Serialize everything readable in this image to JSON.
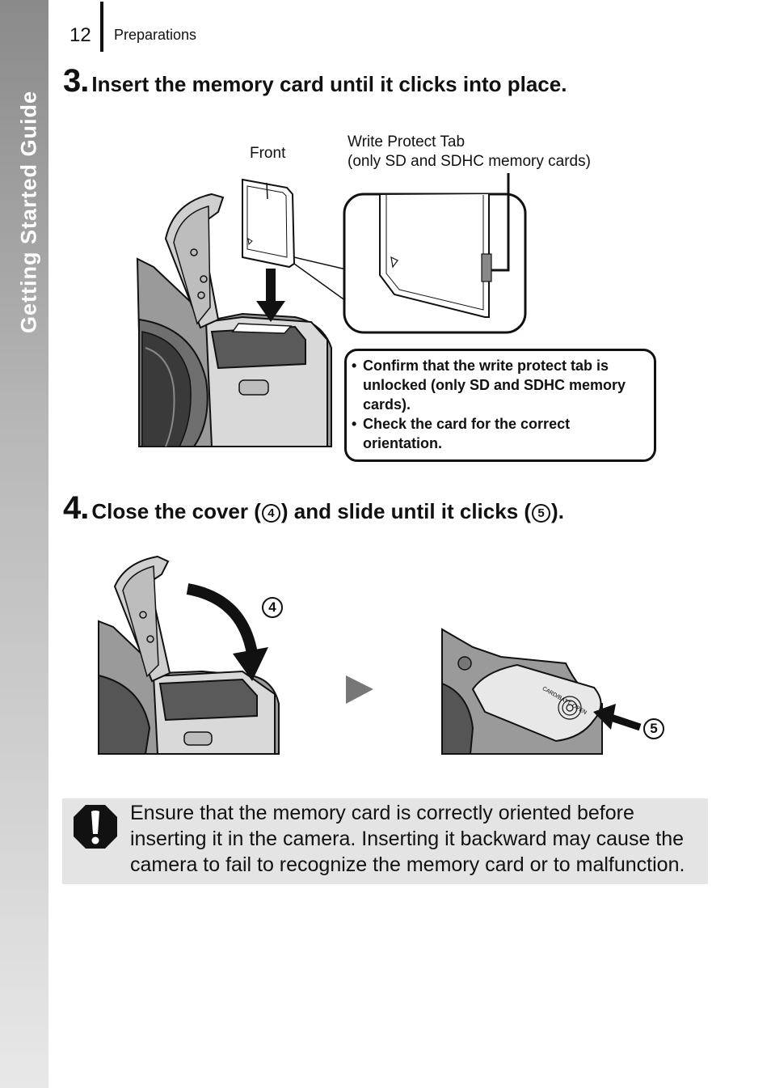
{
  "side_tab": {
    "label": "Getting Started Guide"
  },
  "header": {
    "page_number": "12",
    "section": "Preparations"
  },
  "step3": {
    "number": "3.",
    "title": "Insert the memory card until it clicks into place.",
    "labels": {
      "front": "Front",
      "write_protect_line1": "Write Protect Tab",
      "write_protect_line2": "(only SD and SDHC memory cards)"
    },
    "callout": {
      "bullets": [
        {
          "text": "Confirm that the write protect tab is unlocked (only SD and SDHC memory cards)."
        },
        {
          "text": "Check the card for the correct orientation."
        }
      ]
    }
  },
  "step4": {
    "number": "4.",
    "title_part1": "Close the cover (",
    "marker_a": "4",
    "title_part2": ") and slide until it clicks (",
    "marker_b": "5",
    "title_part3": ").",
    "badge_close": "4",
    "badge_slide": "5",
    "cover_text": "CARD/BATT. OPEN"
  },
  "caution": {
    "icon": "caution-icon",
    "text": "Ensure that the memory card is correctly oriented before inserting it in the camera. Inserting it backward may cause the camera to fail to recognize the memory card or to malfunction."
  }
}
